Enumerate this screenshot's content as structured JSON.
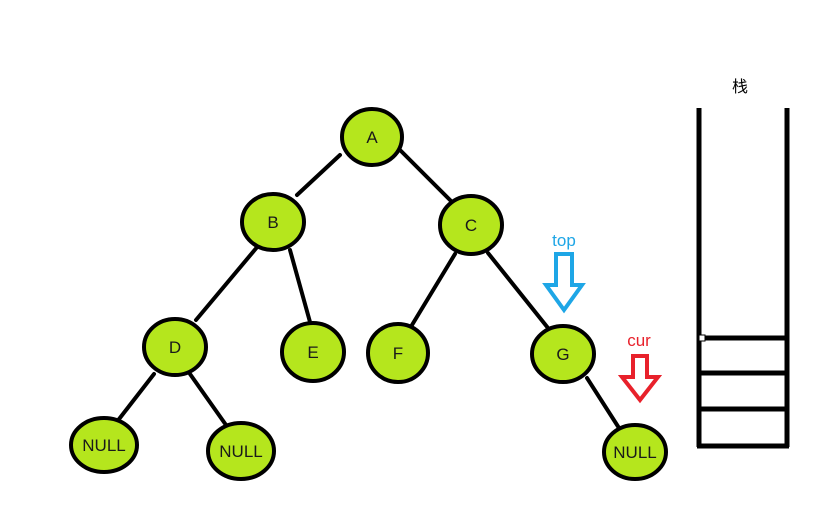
{
  "nodes": [
    {
      "id": "A",
      "label": "A"
    },
    {
      "id": "B",
      "label": "B"
    },
    {
      "id": "C",
      "label": "C"
    },
    {
      "id": "D",
      "label": "D"
    },
    {
      "id": "E",
      "label": "E"
    },
    {
      "id": "F",
      "label": "F"
    },
    {
      "id": "G",
      "label": "G"
    },
    {
      "id": "NULL1",
      "label": "NULL"
    },
    {
      "id": "NULL2",
      "label": "NULL"
    },
    {
      "id": "NULL3",
      "label": "NULL"
    }
  ],
  "edges": [
    [
      "A",
      "B"
    ],
    [
      "A",
      "C"
    ],
    [
      "B",
      "D"
    ],
    [
      "B",
      "E"
    ],
    [
      "C",
      "F"
    ],
    [
      "C",
      "G"
    ],
    [
      "D",
      "NULL1"
    ],
    [
      "D",
      "NULL2"
    ],
    [
      "G",
      "NULL3"
    ]
  ],
  "pointers": {
    "top": {
      "label": "top",
      "color": "#1ea6e6"
    },
    "cur": {
      "label": "cur",
      "color": "#e8212b"
    }
  },
  "stack": {
    "title": "栈",
    "slots": 3
  },
  "colors": {
    "node_fill": "#b5e61d",
    "stroke": "#000000"
  }
}
